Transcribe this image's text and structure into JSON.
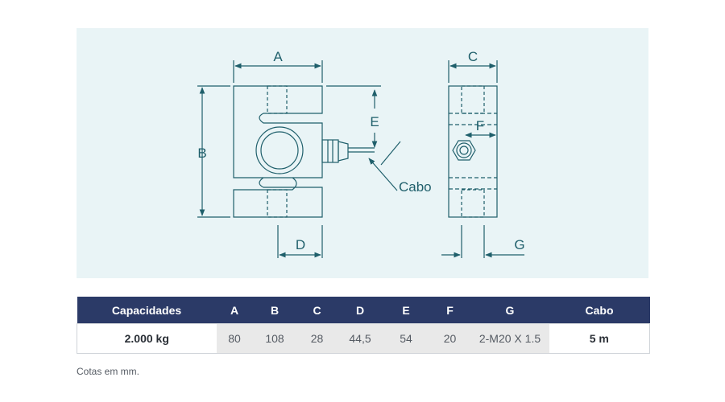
{
  "diagram": {
    "labels": {
      "a": "A",
      "b": "B",
      "c": "C",
      "d": "D",
      "e": "E",
      "f": "F",
      "g": "G",
      "cable": "Cabo"
    },
    "colors": {
      "panel_background": "#e9f4f6",
      "line": "#1f5f6b"
    }
  },
  "table": {
    "headers": [
      "Capacidades",
      "A",
      "B",
      "C",
      "D",
      "E",
      "F",
      "G",
      "Cabo"
    ],
    "row": [
      "2.000 kg",
      "80",
      "108",
      "28",
      "44,5",
      "54",
      "20",
      "2-M20 X 1.5",
      "5 m"
    ],
    "colors": {
      "header_background": "#2b3a67",
      "value_background": "#e9e9e9"
    }
  },
  "footnote": "Cotas em mm."
}
